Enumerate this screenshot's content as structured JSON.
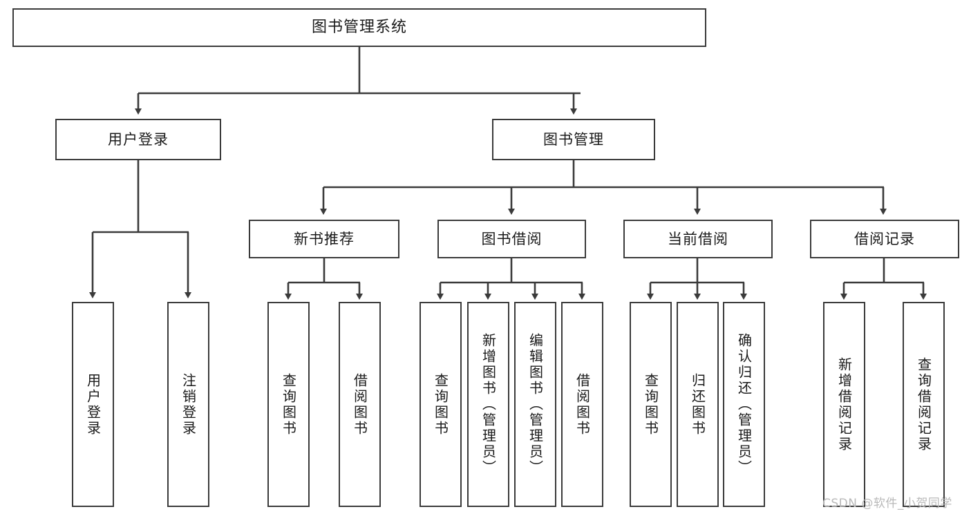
{
  "diagram": {
    "title": "图书管理系统",
    "type": "hierarchy-tree",
    "watermark": "CSDN @软件_小贺同学",
    "colors": {
      "stroke": "#3a3a3a",
      "box_fill": "#ffffff",
      "text": "#1a1a1a",
      "watermark": "#b9b9b9",
      "background": "#ffffff"
    },
    "nodes": {
      "root": {
        "label": "图书管理系统"
      },
      "level1": [
        {
          "label": "用户登录"
        },
        {
          "label": "图书管理"
        }
      ],
      "level2": [
        {
          "label": "新书推荐"
        },
        {
          "label": "图书借阅"
        },
        {
          "label": "当前借阅"
        },
        {
          "label": "借阅记录"
        }
      ],
      "leaves": {
        "user_login": [
          {
            "label": "用户登录"
          },
          {
            "label": "注销登录"
          }
        ],
        "new_book_recommend": [
          {
            "label": "查询图书"
          },
          {
            "label": "借阅图书"
          }
        ],
        "book_borrow": [
          {
            "label": "查询图书"
          },
          {
            "label": "新增图书（管理员）"
          },
          {
            "label": "编辑图书（管理员）"
          },
          {
            "label": "借阅图书"
          }
        ],
        "current_borrow": [
          {
            "label": "查询图书"
          },
          {
            "label": "归还图书"
          },
          {
            "label": "确认归还（管理员）"
          }
        ],
        "borrow_record": [
          {
            "label": "新增借阅记录"
          },
          {
            "label": "查询借阅记录"
          }
        ]
      }
    }
  }
}
